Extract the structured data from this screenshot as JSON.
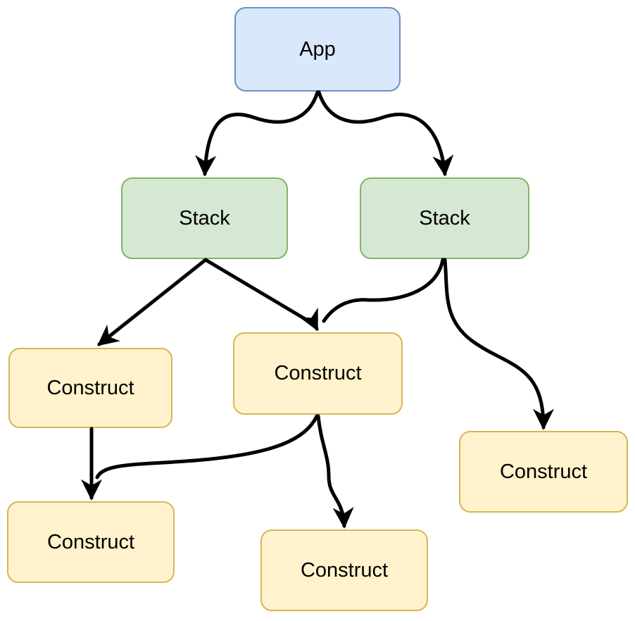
{
  "diagram": {
    "background": "#ffffff",
    "nodes": [
      {
        "id": "app",
        "label": "App",
        "type": "app"
      },
      {
        "id": "stack-left",
        "label": "Stack",
        "type": "stack"
      },
      {
        "id": "stack-right",
        "label": "Stack",
        "type": "stack"
      },
      {
        "id": "construct-left",
        "label": "Construct",
        "type": "construct"
      },
      {
        "id": "construct-middle",
        "label": "Construct",
        "type": "construct"
      },
      {
        "id": "construct-right",
        "label": "Construct",
        "type": "construct"
      },
      {
        "id": "construct-bottom-left",
        "label": "Construct",
        "type": "construct"
      },
      {
        "id": "construct-bottom-middle",
        "label": "Construct",
        "type": "construct"
      }
    ],
    "edges": [
      {
        "from": "app",
        "to": "stack-left"
      },
      {
        "from": "app",
        "to": "stack-right"
      },
      {
        "from": "stack-left",
        "to": "construct-left"
      },
      {
        "from": "stack-left",
        "to": "construct-middle"
      },
      {
        "from": "stack-right",
        "to": "construct-middle"
      },
      {
        "from": "stack-right",
        "to": "construct-right"
      },
      {
        "from": "construct-left",
        "to": "construct-bottom-left"
      },
      {
        "from": "construct-middle",
        "to": "construct-bottom-left"
      },
      {
        "from": "construct-middle",
        "to": "construct-bottom-middle"
      }
    ],
    "palette": {
      "app_fill": "#dae8fc",
      "app_border": "#6c8ebf",
      "stack_fill": "#d5e8d4",
      "stack_border": "#82b366",
      "construct_fill": "#fff2cc",
      "construct_border": "#d6b656",
      "edge": "#000000",
      "text": "#000000"
    }
  }
}
